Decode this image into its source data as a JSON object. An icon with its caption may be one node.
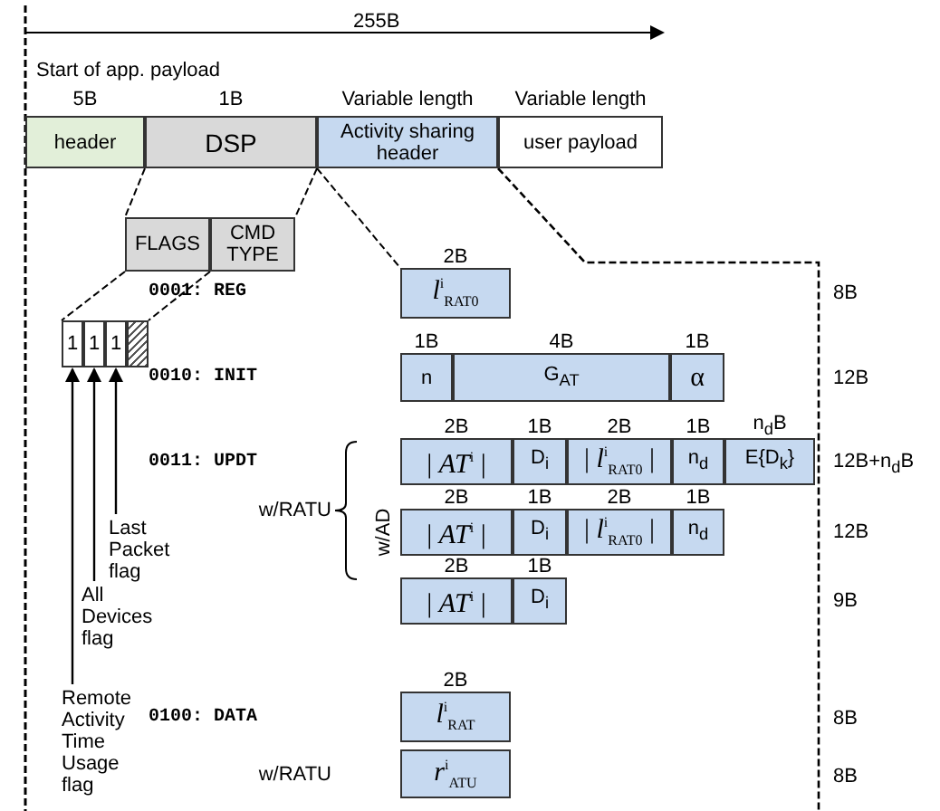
{
  "diagram": {
    "nodes": [
      {
        "text": [
          "header"
        ],
        "beside": [
          "5B"
        ]
      },
      {
        "text": [
          "DSP"
        ],
        "beside": [
          "1B"
        ]
      },
      {
        "text": [
          "Activity sharing header"
        ],
        "beside": [
          "Variable length"
        ]
      },
      {
        "text": [
          "user payload"
        ],
        "beside": [
          "Variable length"
        ]
      },
      {
        "text": [
          "FLAGS"
        ]
      },
      {
        "text": [
          "CMD TYPE"
        ]
      },
      {
        "text": [
          "1"
        ]
      },
      {
        "text": [
          "1"
        ]
      },
      {
        "text": [
          "1"
        ]
      },
      {
        "text": [],
        "shape": "box"
      },
      {
        "text": [
          "Last Packet flag"
        ]
      },
      {
        "text": [
          "All Devices flag"
        ]
      },
      {
        "text": [
          "Remote Activity Time Usage flag"
        ]
      },
      {
        "text": [
          "*l*$^{i}$$_{RAT0}$"
        ],
        "beside": [
          "2B"
        ]
      },
      {
        "text": [
          "n"
        ],
        "beside": [
          "1B"
        ]
      },
      {
        "text": [
          "G$_{AT}$"
        ],
        "beside": [
          "4B"
        ]
      },
      {
        "text": [
          "α"
        ],
        "beside": [
          "1B"
        ]
      },
      {
        "text": [
          "| *AT*$^{i}$ |"
        ],
        "beside": [
          "2B"
        ]
      },
      {
        "text": [
          "D$_{i}$"
        ],
        "beside": [
          "1B"
        ]
      },
      {
        "text": [
          "| *l*$^{i}$$_{RAT0}$ |"
        ],
        "beside": [
          "2B"
        ]
      },
      {
        "text": [
          "n$_{d}$"
        ],
        "beside": [
          "1B"
        ]
      },
      {
        "text": [
          "E{D$_{k}$}"
        ],
        "beside": [
          "n$_{d}$B"
        ]
      },
      {
        "text": [
          "| *AT*$^{i}$ |"
        ],
        "beside": [
          "2B"
        ]
      },
      {
        "text": [
          "D$_{i}$"
        ],
        "beside": [
          "1B"
        ]
      },
      {
        "text": [
          "| *l*$^{i}$$_{RAT0}$ |"
        ],
        "beside": [
          "2B"
        ]
      },
      {
        "text": [
          "n$_{d}$"
        ],
        "beside": [
          "1B"
        ]
      },
      {
        "text": [
          "| *AT*$^{i}$ |"
        ],
        "beside": [
          "2B"
        ]
      },
      {
        "text": [
          "D$_{i}$"
        ],
        "beside": [
          "1B"
        ]
      },
      {
        "text": [
          "*l*$^{i}$$_{RAT}$"
        ],
        "beside": [
          "2B"
        ]
      },
      {
        "text": [
          "*r*$^{i}$$_{ATU}$"
        ]
      }
    ],
    "edges": [
      {
        "from": 10,
        "to": 8,
        "arrow": "to"
      },
      {
        "from": 11,
        "to": 7,
        "arrow": "to"
      },
      {
        "from": 12,
        "to": 6,
        "arrow": "to"
      }
    ],
    "labels": [
      "255B",
      "Start of app. payload",
      "0001: REG",
      "8B",
      "0010: INIT",
      "12B",
      "0011: UPDT",
      "w/RATU",
      "w/AD",
      "12B+n$_{d}$B",
      "12B",
      "9B",
      "0100: DATA",
      "8B",
      "w/RATU",
      "8B"
    ]
  }
}
